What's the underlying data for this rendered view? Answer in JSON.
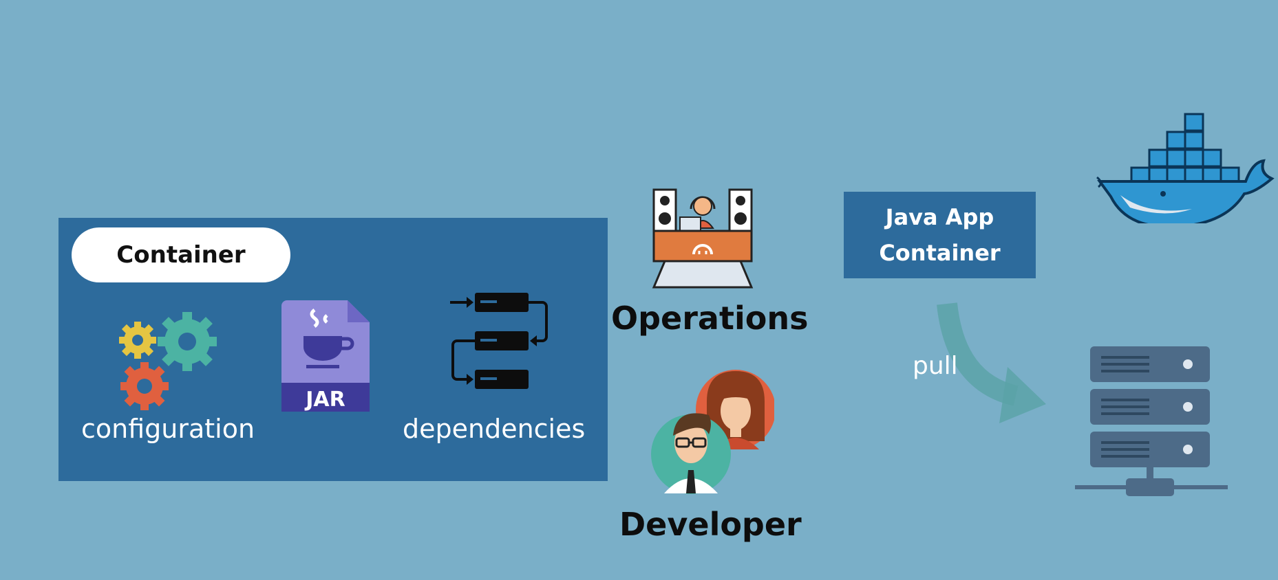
{
  "container_panel": {
    "title": "Container",
    "items": {
      "configuration": "configuration",
      "jar": "JAR",
      "dependencies": "dependencies"
    }
  },
  "roles": {
    "operations": "Operations",
    "developer": "Developer"
  },
  "java_app_container": {
    "line1": "Java App",
    "line2": "Container"
  },
  "pull_label": "pull",
  "icons": [
    "gears-icon",
    "jar-file-icon",
    "dependency-flow-icon",
    "operations-desk-icon",
    "developers-avatars-icon",
    "docker-whale-icon",
    "server-icon",
    "curved-arrow-icon"
  ],
  "colors": {
    "background": "#7aafc8",
    "panel": "#2d6b9c",
    "jar_body": "#8f8ad8",
    "jar_band": "#3e3a99",
    "docker_blue": "#2f96d1",
    "server": "#4d6b88",
    "arrow": "#5aa3a6"
  }
}
